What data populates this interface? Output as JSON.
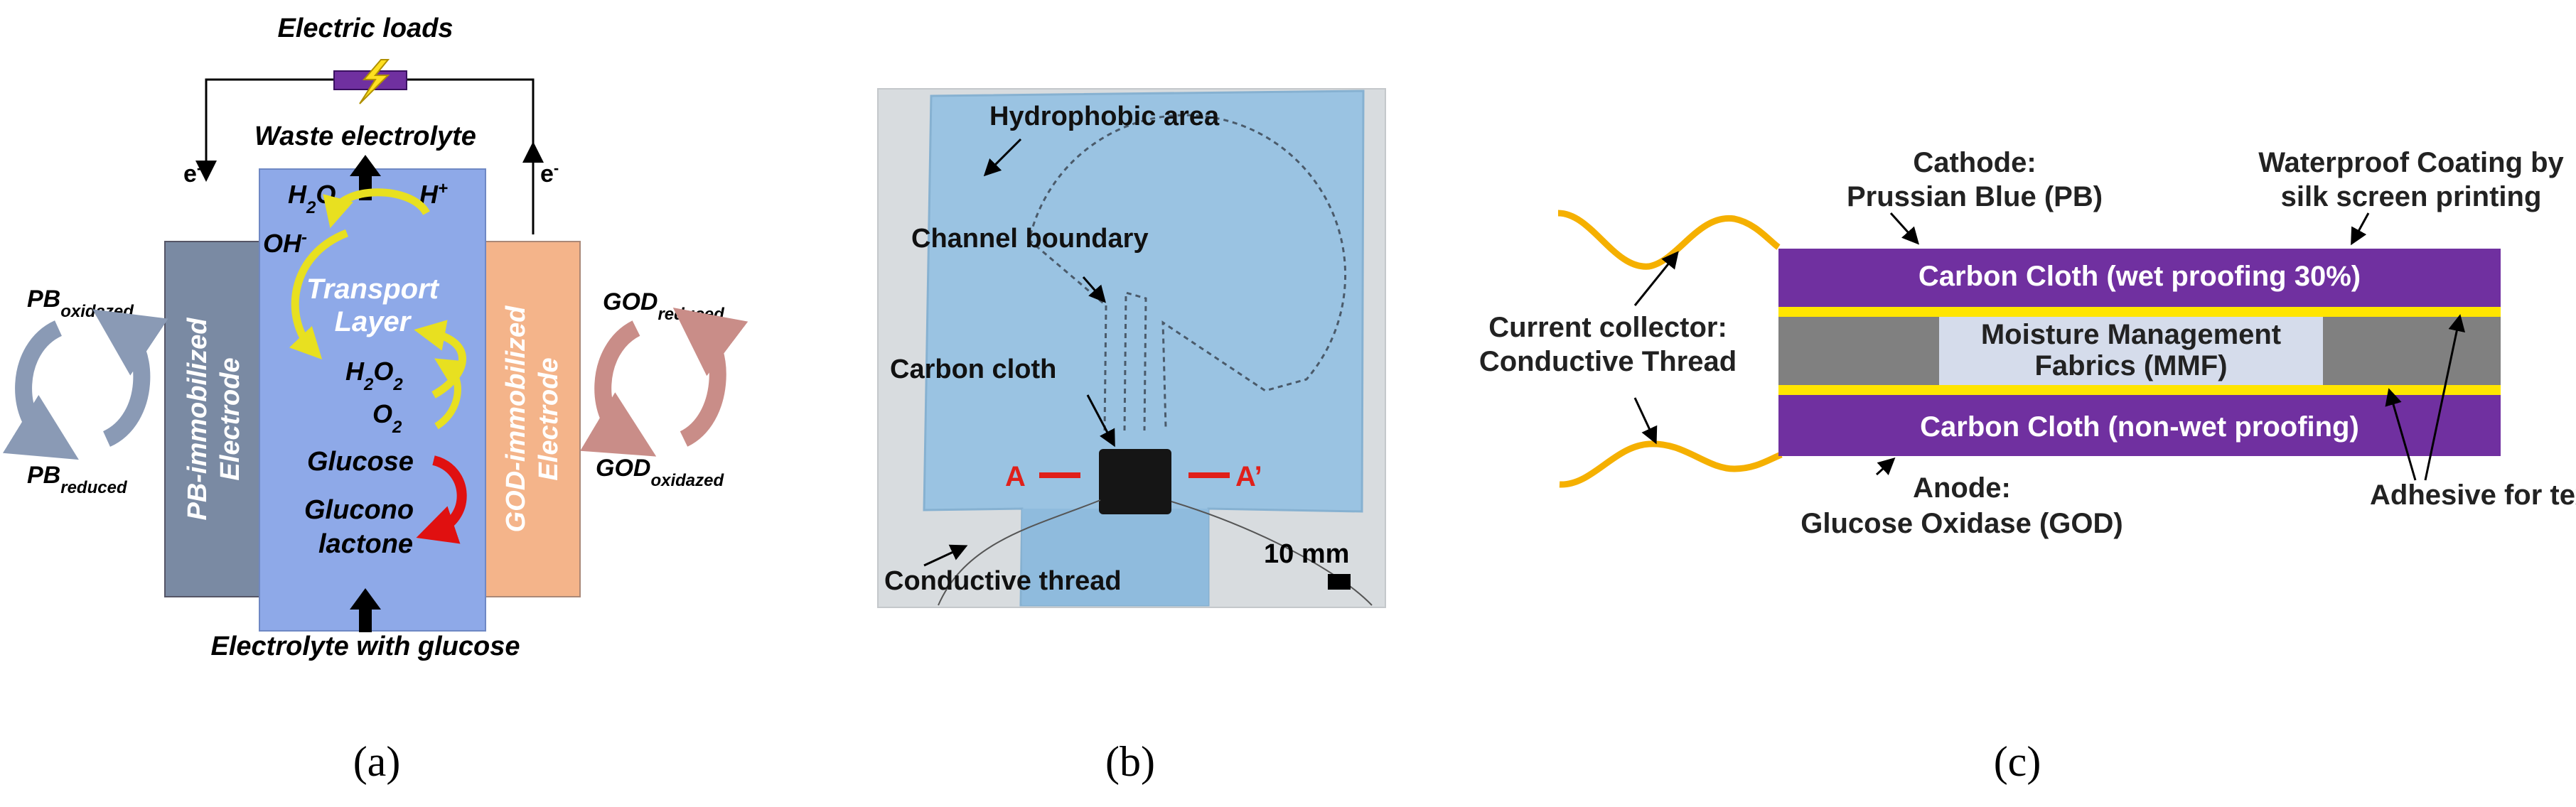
{
  "panel_a": {
    "caption": "(a)",
    "electric_loads": "Electric loads",
    "waste_electrolyte": "Waste electrolyte",
    "electron_left": "e",
    "electron_right": "e",
    "electron_sup": "-",
    "h2o": "H",
    "h2o_sub": "2",
    "h2o_tail": "O",
    "h_plus": "H",
    "plus_sup": "+",
    "oh_minus": "OH",
    "minus_sup": "-",
    "transport_layer_1": "Transport",
    "transport_layer_2": "Layer",
    "h2o2": "H",
    "h2o2_sub1": "2",
    "h2o2_mid": "O",
    "h2o2_sub2": "2",
    "o2": "O",
    "o2_sub": "2",
    "glucose": "Glucose",
    "glucono_1": "Glucono",
    "glucono_2": "lactone",
    "electrolyte_with_glucose": "Electrolyte with glucose",
    "pb_electrode_1": "PB-immobilized",
    "pb_electrode_2": "Electrode",
    "god_electrode_1": "GOD-immobilized",
    "god_electrode_2": "Electrode",
    "pb_ox": "PB",
    "pb_ox_sub": "oxidazed",
    "pb_red": "PB",
    "pb_red_sub": "reduced",
    "god_red": "GOD",
    "god_red_sub": "reduced",
    "god_ox": "GOD",
    "god_ox_sub": "oxidazed",
    "colors": {
      "transport": "#8ea9e8",
      "pb_electrode": "#7a8aa3",
      "god_electrode": "#f4b48a",
      "resistor": "#7030a0",
      "yellow_arrow": "#e8e020",
      "red_arrow": "#e01010"
    }
  },
  "panel_b": {
    "caption": "(b)",
    "hydrophobic_area": "Hydrophobic area",
    "channel_boundary": "Channel boundary",
    "carbon_cloth": "Carbon cloth",
    "marker_a": "A",
    "marker_a_prime": "A’",
    "conductive_thread": "Conductive thread",
    "scale_bar": "10 mm",
    "colors": {
      "fabric": "#9ac3e2",
      "background": "#d8dcdf",
      "marker": "#e0201a"
    }
  },
  "panel_c": {
    "caption": "(c)",
    "cathode_1": "Cathode:",
    "cathode_2": "Prussian Blue (PB)",
    "waterproof_1": "Waterproof Coating by",
    "waterproof_2": "silk screen printing",
    "current_collector_1": "Current collector:",
    "current_collector_2": "Conductive Thread",
    "carbon_top": "Carbon Cloth (wet proofing 30%)",
    "mmf_1": "Moisture Management",
    "mmf_2": "Fabrics (MMF)",
    "carbon_bottom": "Carbon Cloth (non-wet proofing)",
    "anode_1": "Anode:",
    "anode_2": "Glucose Oxidase (GOD)",
    "adhesive": "Adhesive for textile",
    "colors": {
      "carbon": "#7030a0",
      "adhesive": "#ffe500",
      "gray": "#808080",
      "mmf": "#d5dceb",
      "thread": "#f5b000"
    }
  }
}
